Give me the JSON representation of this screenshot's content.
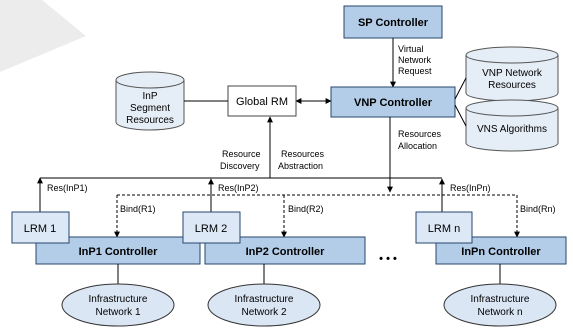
{
  "colors": {
    "controller_fill": "#b3cde8",
    "controller_stroke": "#27476e",
    "light_fill": "#dce8f5",
    "db_fill": "#e5edf7",
    "net_fill": "#dbe6f4",
    "line": "#000000",
    "logo_watermark": "#ececec"
  },
  "nodes": {
    "sp_controller": "SP Controller",
    "vnp_controller": "VNP Controller",
    "global_rm": "Global RM",
    "inp_segment_resources": [
      "InP",
      "Segment",
      "Resources"
    ],
    "vnp_network_resources": [
      "VNP Network",
      "Resources"
    ],
    "vns_algorithms": "VNS Algorithms",
    "lrm1": "LRM 1",
    "lrm2": "LRM 2",
    "lrmn": "LRM n",
    "inp1_controller": "InP1 Controller",
    "inp2_controller": "InP2 Controller",
    "inpn_controller": "InPn Controller",
    "infra1": [
      "Infrastructure",
      "Network 1"
    ],
    "infra2": [
      "Infrastructure",
      "Network 2"
    ],
    "infran": [
      "Infrastructure",
      "Network n"
    ],
    "ellipsis": "• • •"
  },
  "edge_labels": {
    "virtual_network_request": [
      "Virtual",
      "Network",
      "Request"
    ],
    "resources_allocation": [
      "Resources",
      "Allocation"
    ],
    "resource_discovery": [
      "Resource",
      "Discovery"
    ],
    "resources_abstraction": [
      "Resources",
      "Abstraction"
    ],
    "res_inp1": "Res(InP1)",
    "res_inp2": "Res(InP2)",
    "res_inpn": "Res(InPn)",
    "bind_r1": "Bind(R1)",
    "bind_r2": "Bind(R2)",
    "bind_rn": "Bind(Rn)"
  }
}
